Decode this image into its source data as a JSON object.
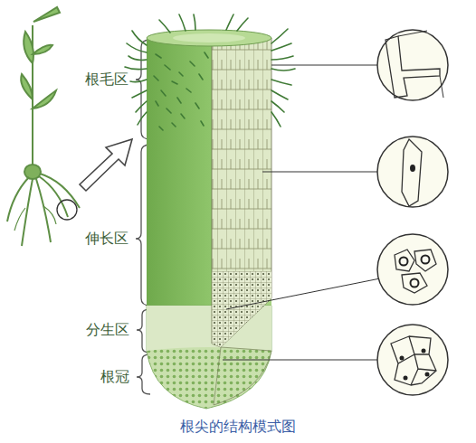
{
  "diagram": {
    "caption": "根尖的结构模式图",
    "labels": [
      "根毛区",
      "伸长区",
      "分生区",
      "根冠"
    ]
  }
}
